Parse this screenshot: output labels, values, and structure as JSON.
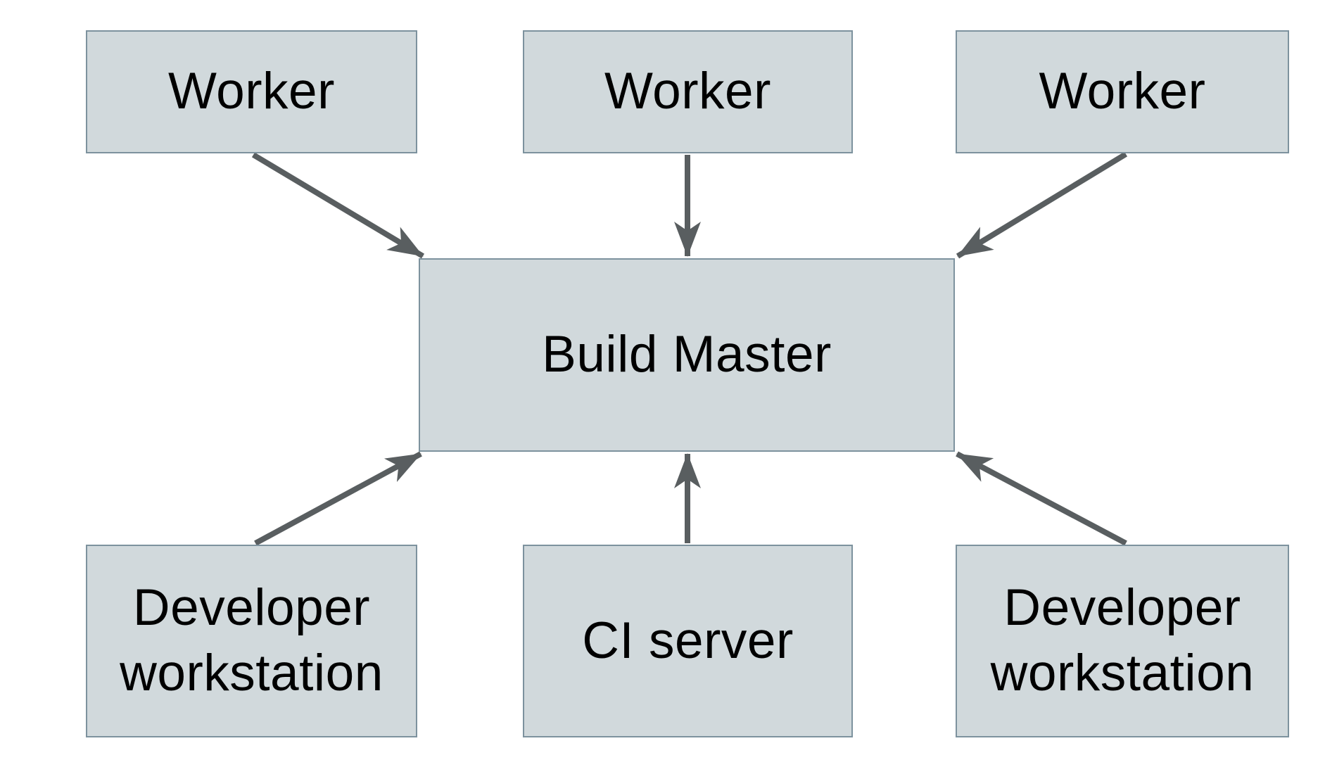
{
  "diagram": {
    "type": "architecture-diagram",
    "nodes": {
      "worker_1": {
        "label": "Worker"
      },
      "worker_2": {
        "label": "Worker"
      },
      "worker_3": {
        "label": "Worker"
      },
      "build_master": {
        "label": "Build Master"
      },
      "developer_workstation_1": {
        "label": "Developer workstation"
      },
      "ci_server": {
        "label": "CI server"
      },
      "developer_workstation_2": {
        "label": "Developer workstation"
      }
    },
    "edges": [
      {
        "from": "worker_1",
        "to": "build_master"
      },
      {
        "from": "worker_2",
        "to": "build_master"
      },
      {
        "from": "worker_3",
        "to": "build_master"
      },
      {
        "from": "developer_workstation_1",
        "to": "build_master"
      },
      {
        "from": "ci_server",
        "to": "build_master"
      },
      {
        "from": "developer_workstation_2",
        "to": "build_master"
      }
    ],
    "colors": {
      "background": "#ffffff",
      "node_fill": "#d1d9dc",
      "node_border": "#7d929e",
      "arrow": "#595e60",
      "text": "#000000"
    }
  }
}
